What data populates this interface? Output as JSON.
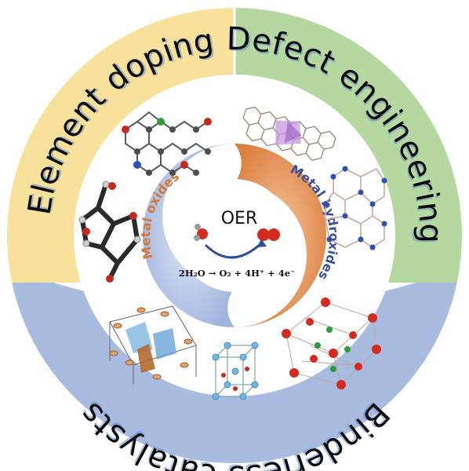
{
  "outer_labels": {
    "top_left": "Element doping",
    "top_right": "Defect engineering",
    "bottom": "Binderless catalysts"
  },
  "inner_labels": {
    "left": "Metal oxides",
    "right": "Metal hydroxides"
  },
  "center": {
    "title": "OER",
    "equation": "2H₂O → O₂ + 4H⁺ + 4e⁻"
  },
  "colors": {
    "quadrant_yellow": "#f8e29b",
    "quadrant_green": "#b5d8a0",
    "quadrant_blue": "#a8bce0",
    "inner_blue": "#aebfe3",
    "inner_orange": "#e4955a",
    "label_orange": "#d2783a",
    "label_blue": "#3c4f9a",
    "atom_red": "#d42a20",
    "atom_grey": "#6f6f6f"
  }
}
